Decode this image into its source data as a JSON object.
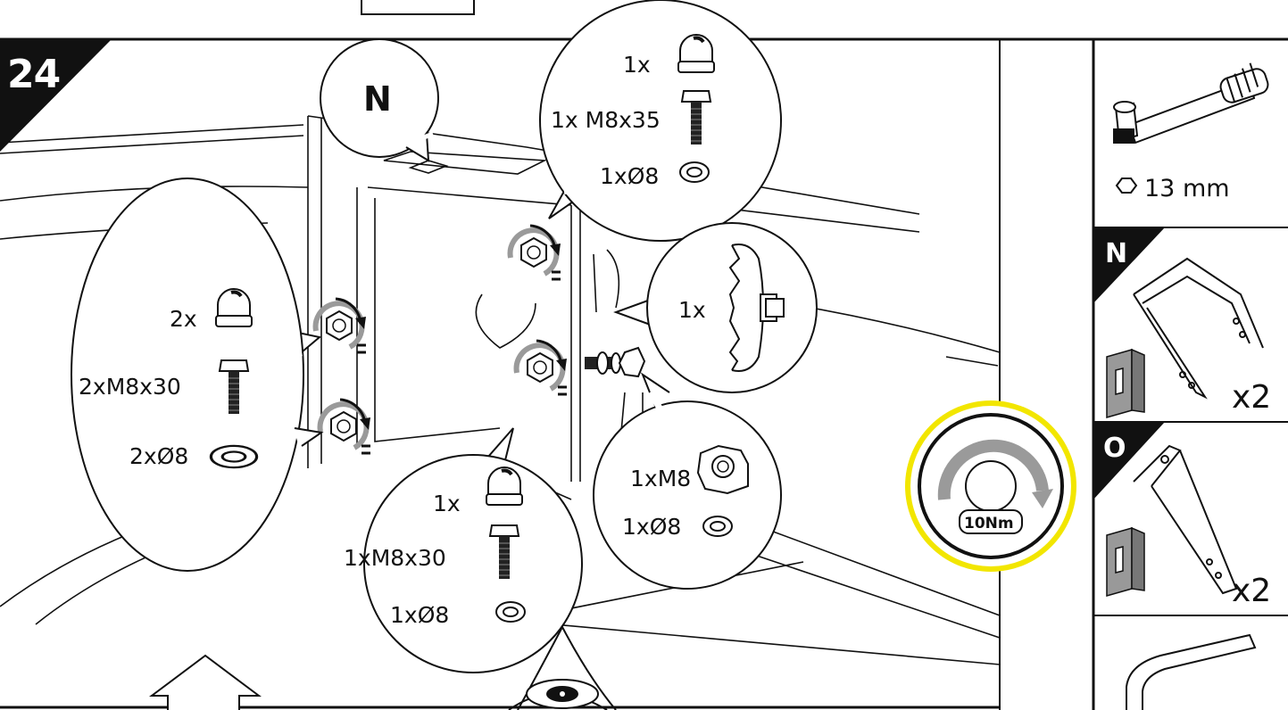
{
  "step": {
    "number": "24"
  },
  "callout_n": {
    "label": "N"
  },
  "callout_top": {
    "cap": "1x",
    "bolt": "1x M8x35",
    "washer": "1xØ8"
  },
  "callout_left": {
    "cap": "2x",
    "bolt": "2xM8x30",
    "washer": "2xØ8"
  },
  "callout_bottom": {
    "cap": "1x",
    "bolt": "1xM8x30",
    "washer": "1xØ8"
  },
  "callout_right": {
    "clip": "1x"
  },
  "callout_nut": {
    "nut": "1xM8",
    "washer": "1xØ8"
  },
  "torque": {
    "value": "10Nm",
    "ring_color": "#f2e600"
  },
  "tools": {
    "socket": "13 mm"
  },
  "parts": [
    {
      "letter": "N",
      "qty": "x2"
    },
    {
      "letter": "O",
      "qty": "x2"
    }
  ],
  "colors": {
    "ink": "#111111",
    "arrow_grey": "#9a9a9a",
    "accent_yellow": "#f2e600"
  }
}
